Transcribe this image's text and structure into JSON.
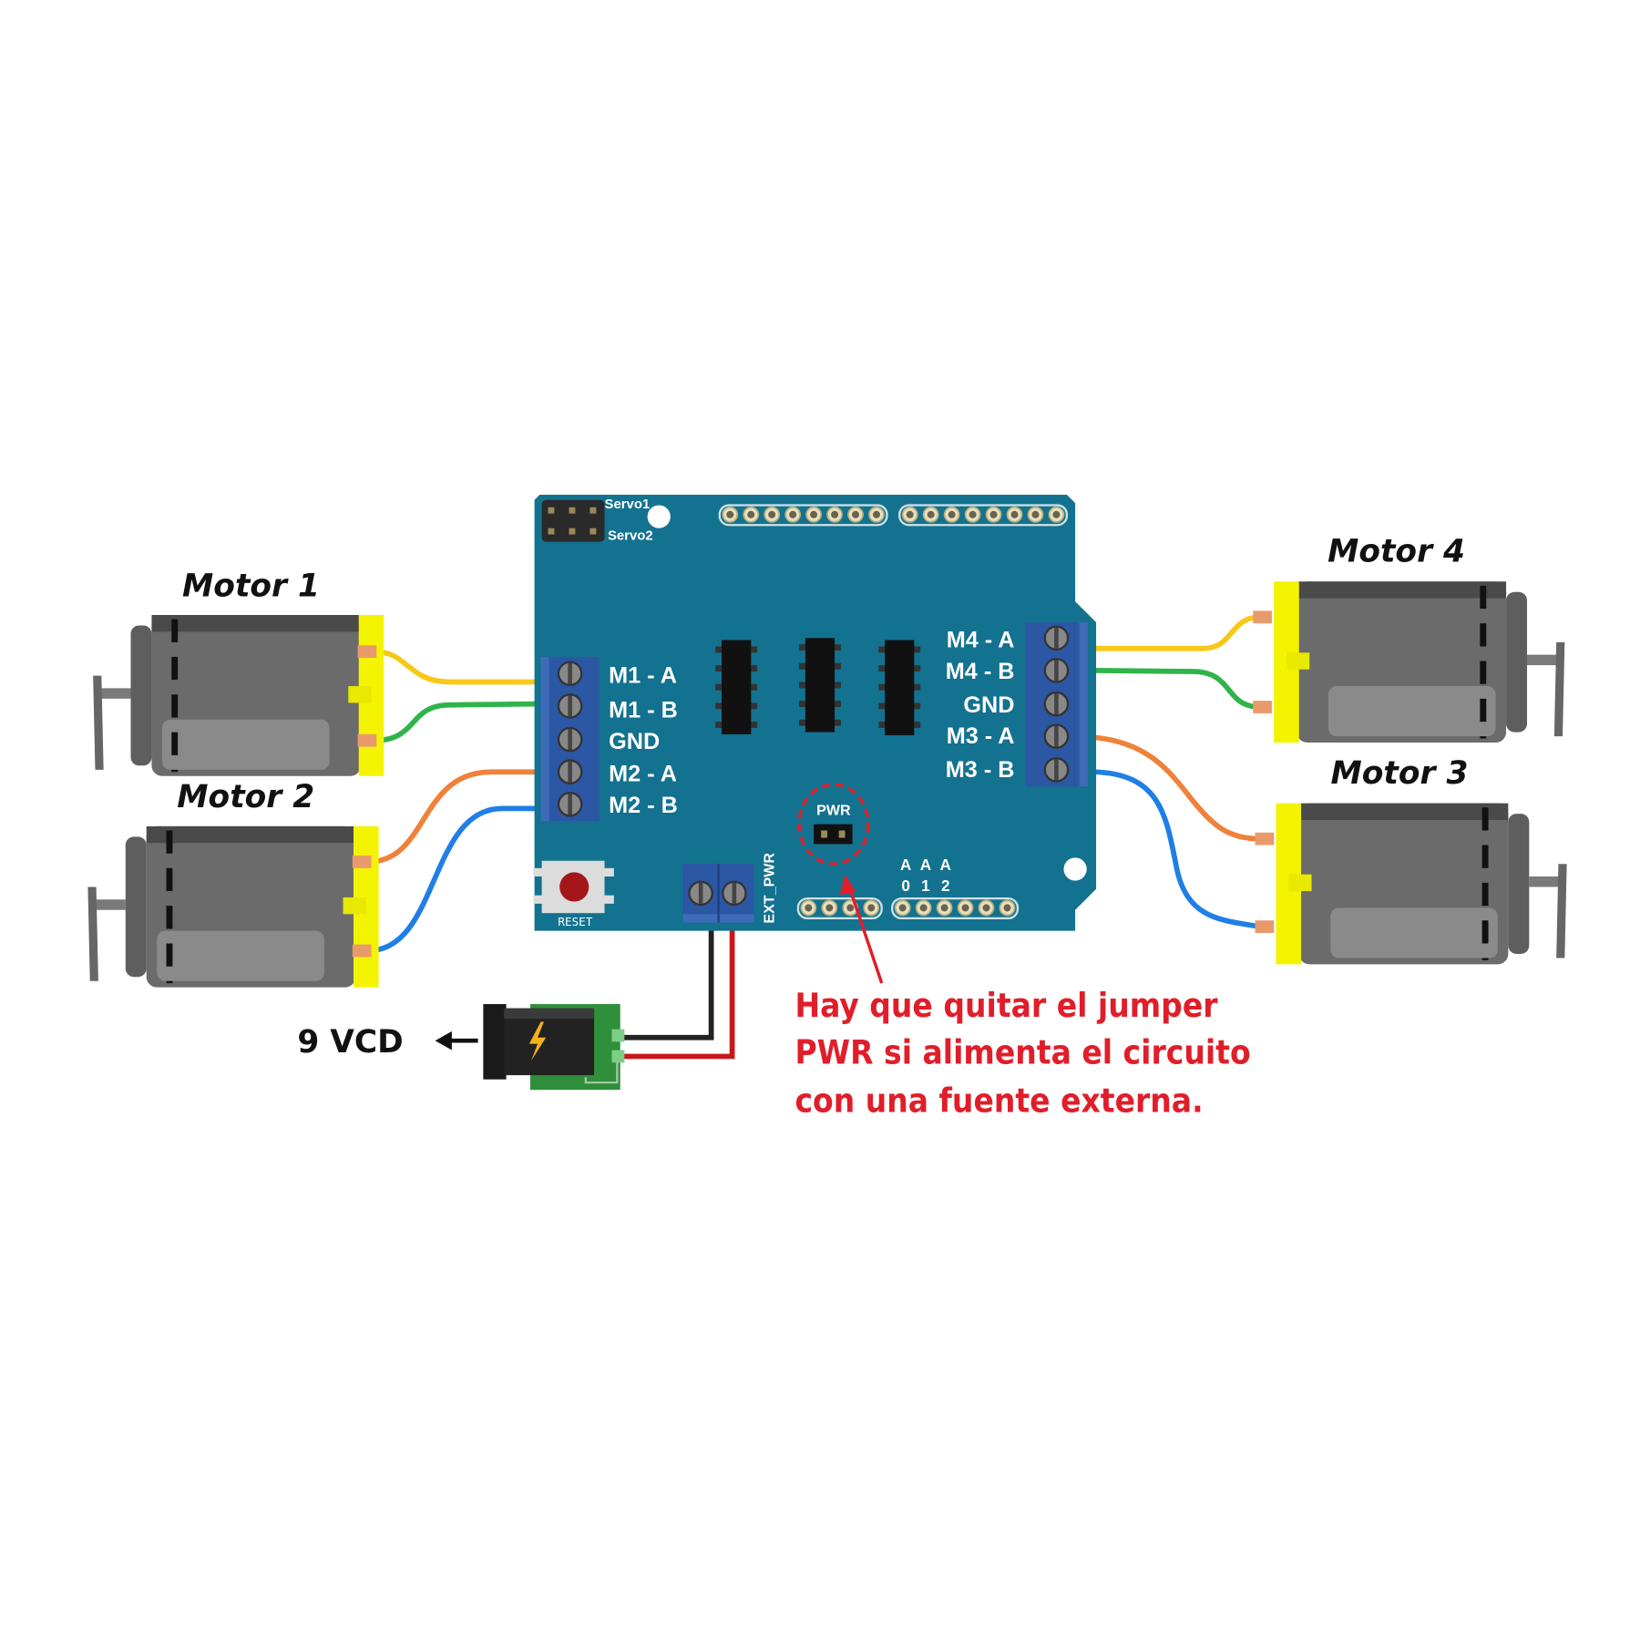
{
  "board": {
    "servo1": "Servo1",
    "servo2": "Servo2",
    "left_terminals": [
      "M1 - A",
      "M1 - B",
      "GND",
      "M2 - A",
      "M2 - B"
    ],
    "right_terminals": [
      "M4 - A",
      "M4 - B",
      "GND",
      "M3 - A",
      "M3 - B"
    ],
    "pwr_label": "PWR",
    "ext_pwr_label": "EXT_PWR",
    "reset_label": "RESET",
    "analog_labels": [
      {
        "top": "A",
        "bottom": "0"
      },
      {
        "top": "A",
        "bottom": "1"
      },
      {
        "top": "A",
        "bottom": "2"
      }
    ],
    "color": "#13728f"
  },
  "motors": {
    "motor1": "Motor 1",
    "motor2": "Motor 2",
    "motor3": "Motor 3",
    "motor4": "Motor 4"
  },
  "power": {
    "label": "9 VCD"
  },
  "note": {
    "lines": [
      "Hay que quitar el jumper",
      "PWR si alimenta el circuito",
      "con una fuente externa."
    ],
    "color": "#e01e2a"
  }
}
